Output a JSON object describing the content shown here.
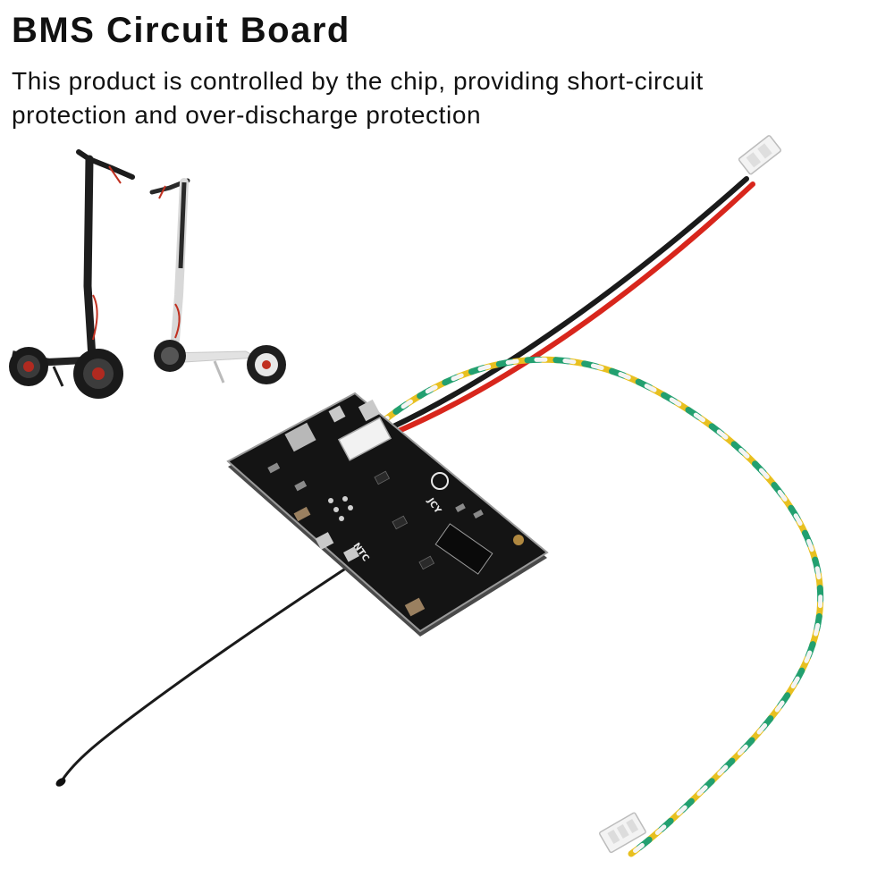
{
  "heading": {
    "title": "BMS Circuit Board",
    "description": "This product is controlled by the chip, providing short-circuit protection and over-discharge protection"
  },
  "board": {
    "silkscreen_brand": "JCY",
    "silkscreen_sensor": "NTC"
  },
  "colors": {
    "pcb": "#141414",
    "wire_red": "#d8261c",
    "wire_black": "#1a1a1a",
    "wire_yellow": "#e8c020",
    "wire_green": "#22a070",
    "wire_white": "#f4f4f4"
  }
}
